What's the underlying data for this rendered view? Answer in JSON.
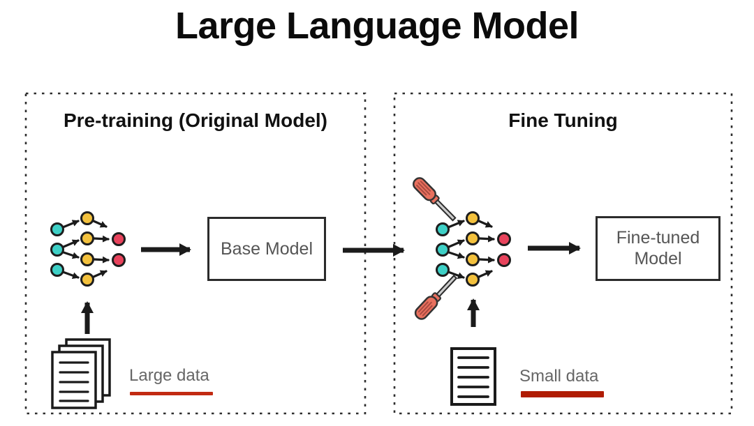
{
  "title": "Large Language Model",
  "panels": {
    "pretraining": {
      "heading": "Pre-training (Original Model)",
      "model_box_label": "Base Model",
      "data_label": "Large data",
      "data_icon": "document-stack-icon",
      "network_icon": "neural-network-icon"
    },
    "finetuning": {
      "heading": "Fine Tuning",
      "model_box_lines": [
        "Fine-tuned",
        "Model"
      ],
      "data_label": "Small data",
      "data_icon": "document-icon",
      "network_icon": "neural-network-icon",
      "tool_icon": "screwdriver-icon"
    }
  },
  "colors": {
    "node_input": "#3ed0c6",
    "node_hidden": "#f3c13d",
    "node_output": "#e8435c",
    "node_stroke": "#1d1d1d",
    "arrow": "#1b1b1b",
    "panel_border": "#2e2e2e",
    "box_border": "#2b2b2b",
    "box_text": "#555555",
    "label_text": "#666666",
    "underline_large": "#c22a12",
    "underline_small": "#b01c04",
    "screwdriver_handle": "#e8705e",
    "screwdriver_stripe": "#a84a40",
    "screwdriver_shaft": "#cccccc",
    "doc_stroke": "#1a1a1a"
  }
}
